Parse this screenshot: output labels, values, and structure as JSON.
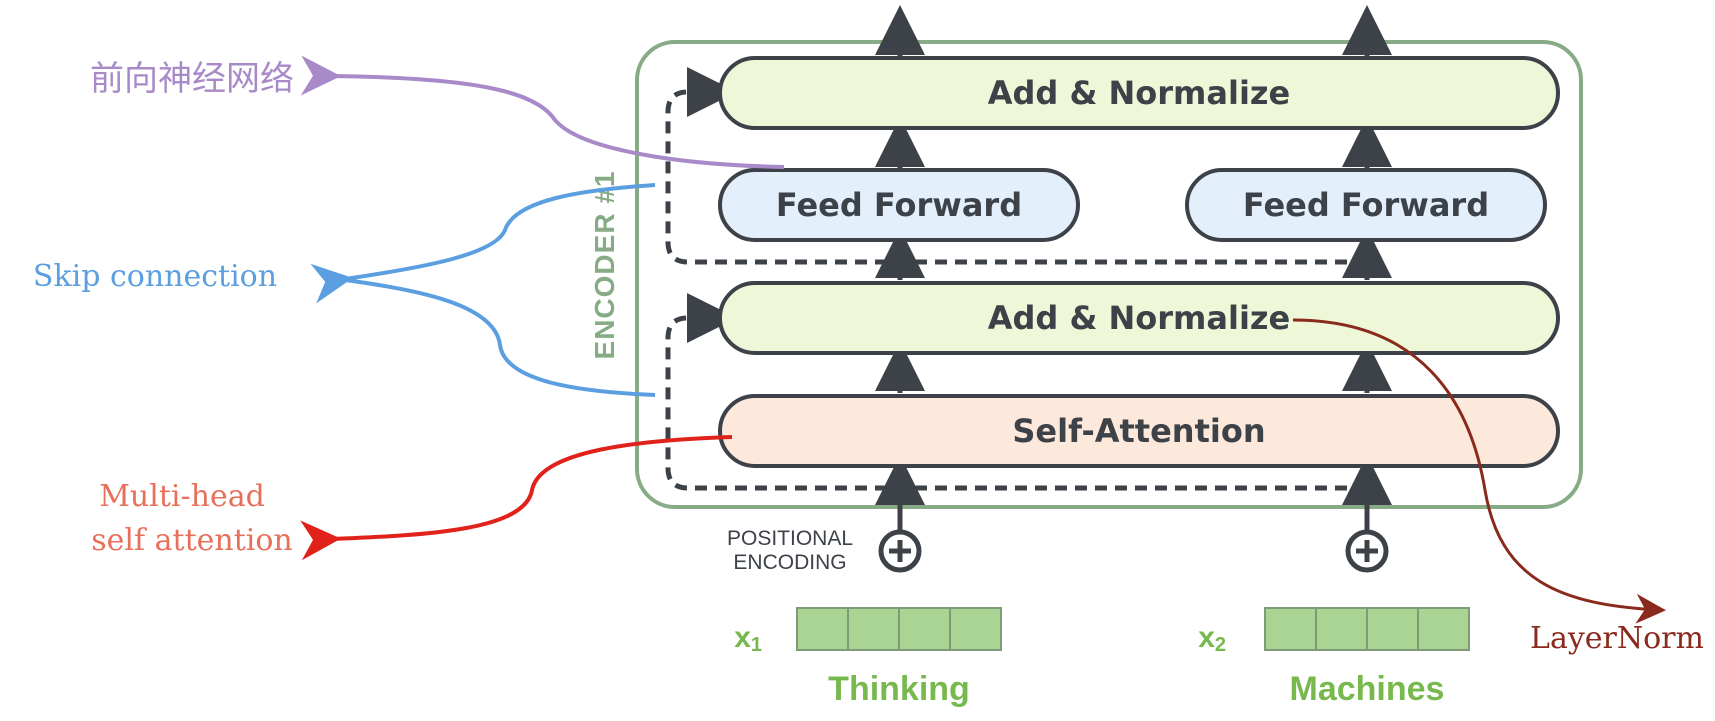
{
  "encoder_label": "ENCODER #1",
  "boxes": {
    "add_norm_top": "Add & Normalize",
    "ff_left": "Feed Forward",
    "ff_right": "Feed Forward",
    "add_norm_bottom": "Add & Normalize",
    "self_attention": "Self-Attention"
  },
  "positional_encoding": {
    "line1": "POSITIONAL",
    "line2": "ENCODING"
  },
  "inputs": [
    {
      "symbol": "x",
      "subscript": "1",
      "word": "Thinking"
    },
    {
      "symbol": "x",
      "subscript": "2",
      "word": "Machines"
    }
  ],
  "annotations": {
    "ffn": "前向神经网络",
    "skip": "Skip connection",
    "mhsa_line1": "Multi-head",
    "mhsa_line2": "self attention",
    "layernorm": "LayerNorm"
  },
  "colors": {
    "encoder_border": "#86ab85",
    "add_norm_fill": "#eef8d9",
    "ff_fill": "#e4effc",
    "attn_fill": "#fde9dc",
    "box_stroke": "#3d4148",
    "input_fill": "#a9d493",
    "input_text": "#78b94e",
    "ffn_annot": "#a88ac8",
    "skip_annot": "#5b9fe0",
    "mhsa_annot": "#e8705a",
    "layernorm_annot": "#8a2a1c"
  }
}
